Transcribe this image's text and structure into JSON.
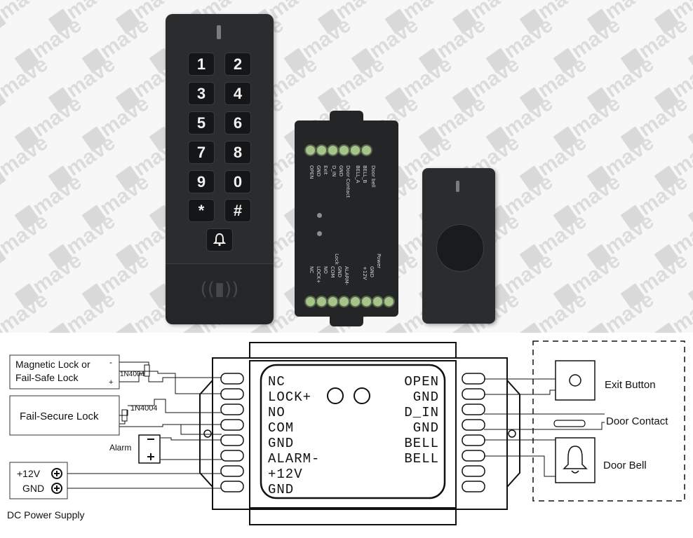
{
  "watermark": "mave",
  "keypad": {
    "keys": [
      "1",
      "2",
      "3",
      "4",
      "5",
      "6",
      "7",
      "8",
      "9",
      "0",
      "*",
      "#"
    ],
    "bell_icon": "bell-icon",
    "rfid_icon": "rfid-wave-icon"
  },
  "controller_photo": {
    "top_labels": [
      "OPEN",
      "GND",
      "Exit",
      "D_IN",
      "GND",
      "Door Contact",
      "BELL_A",
      "BELL_B",
      "Door bell"
    ],
    "bottom_labels": [
      "NC",
      "LOCK+",
      "NO",
      "COM",
      "GND",
      "ALARM-",
      "+12V",
      "GND",
      "Lock",
      "Power"
    ]
  },
  "diagram": {
    "left_terminals": [
      "NC",
      "LOCK+",
      "NO",
      "COM",
      "GND",
      "ALARM-",
      "+12V",
      "GND"
    ],
    "right_terminals": [
      "OPEN",
      "GND",
      "D_IN",
      "GND",
      "BELL",
      "BELL"
    ],
    "magnetic_lock": {
      "line1": "Magnetic Lock or",
      "line2": "Fail-Safe Lock",
      "minus": "-",
      "plus": "+"
    },
    "diode1": "1N4004",
    "fail_secure": "Fail-Secure Lock",
    "diode2": "1N4004",
    "alarm": "Alarm",
    "power": {
      "v12": "+12V",
      "gnd": "GND",
      "caption": "DC Power Supply"
    },
    "exit_button": "Exit Button",
    "door_contact": "Door Contact",
    "door_bell": "Door Bell"
  }
}
